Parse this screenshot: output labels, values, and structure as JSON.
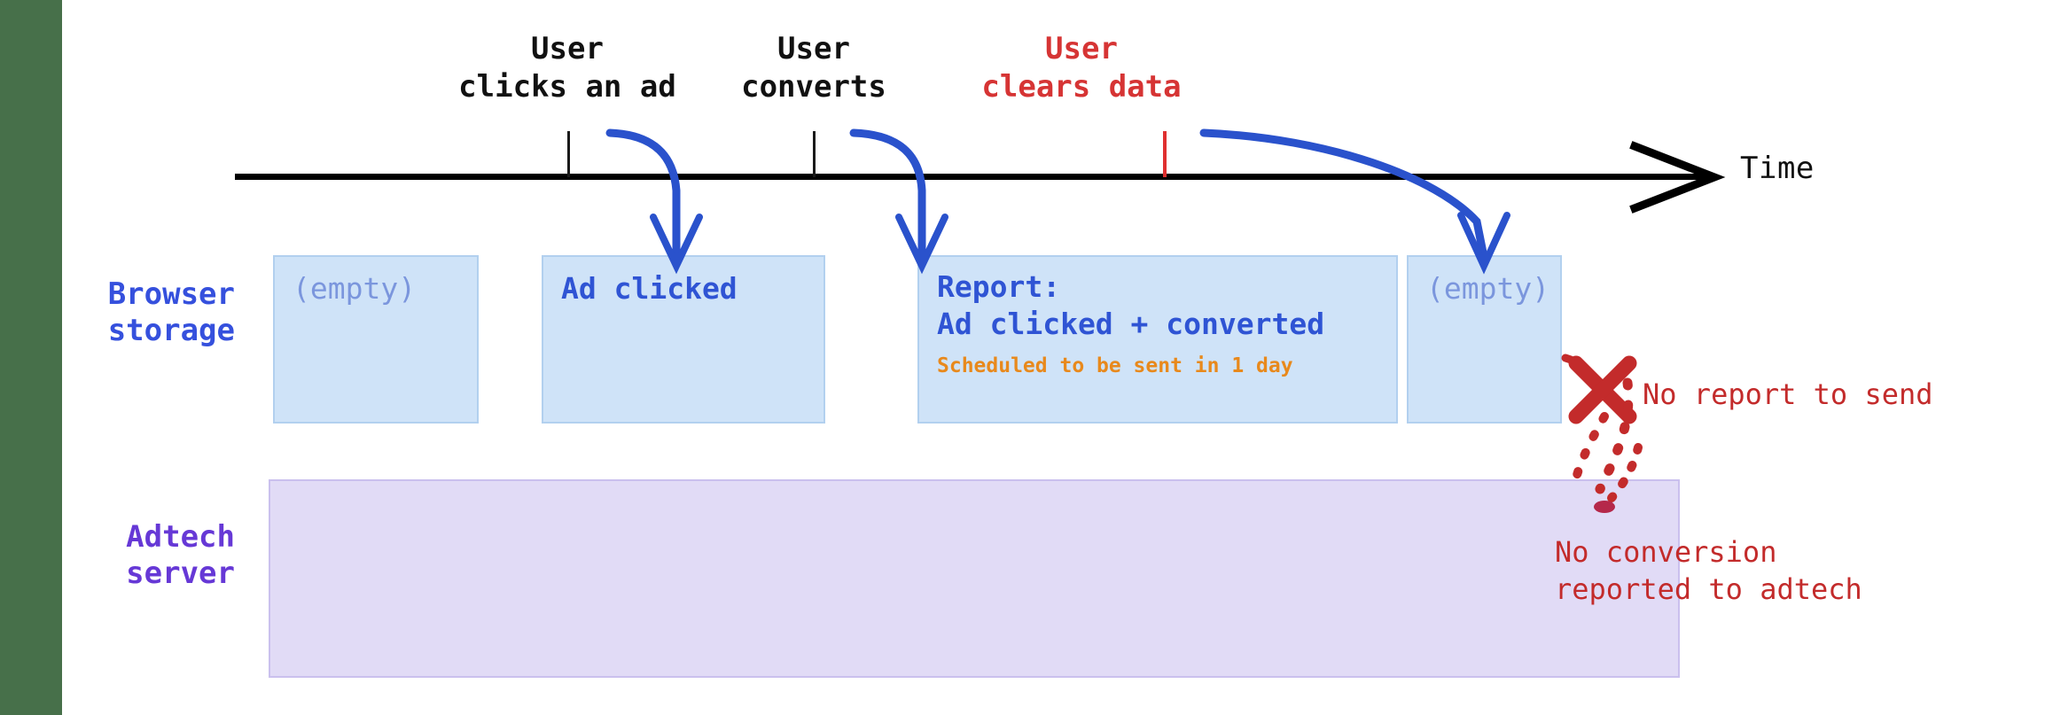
{
  "figure": {
    "timeline": {
      "axis_label": "Time",
      "events": [
        {
          "id": "click",
          "line1": "User",
          "line2": "clicks an ad",
          "color": "#111111",
          "tick_x": 640
        },
        {
          "id": "convert",
          "line1": "User",
          "line2": "converts",
          "color": "#111111",
          "tick_x": 917
        },
        {
          "id": "clear",
          "line1": "User",
          "line2": "clears data",
          "color": "#d63434",
          "tick_x": 1312
        }
      ]
    },
    "rows": [
      {
        "id": "browser",
        "label_line1": "Browser",
        "label_line2": "storage",
        "color": "#3550dd"
      },
      {
        "id": "adtech",
        "label_line1": "Adtech",
        "label_line2": "server",
        "color": "#6638d6"
      }
    ],
    "browser_storage_states": [
      {
        "id": "state-initial",
        "text": "(empty)",
        "style": "empty"
      },
      {
        "id": "state-clicked",
        "text": "Ad clicked",
        "style": "filled"
      },
      {
        "id": "state-report",
        "style": "report",
        "line1": "Report:",
        "line2": "Ad clicked + converted",
        "sub": "Scheduled to be sent in 1 day"
      },
      {
        "id": "state-cleared",
        "text": "(empty)",
        "style": "empty"
      }
    ],
    "annotations": [
      {
        "id": "no-report",
        "text": "No report to send",
        "color": "#c32b2b"
      },
      {
        "id": "no-conversion-line1",
        "text": "No conversion",
        "color": "#c32b2b"
      },
      {
        "id": "no-conversion-line2",
        "text": "reported to adtech",
        "color": "#c32b2b"
      }
    ],
    "colors": {
      "box_fill": "#cfe3f8",
      "box_border": "#b2d0ef",
      "adtech_fill": "#e1dbf6",
      "adtech_border": "#cac0ee",
      "arrow_blue": "#2a52cc",
      "warn_red": "#c32b2b",
      "orange": "#e8891c",
      "sidebar_green": "#47704a"
    }
  }
}
